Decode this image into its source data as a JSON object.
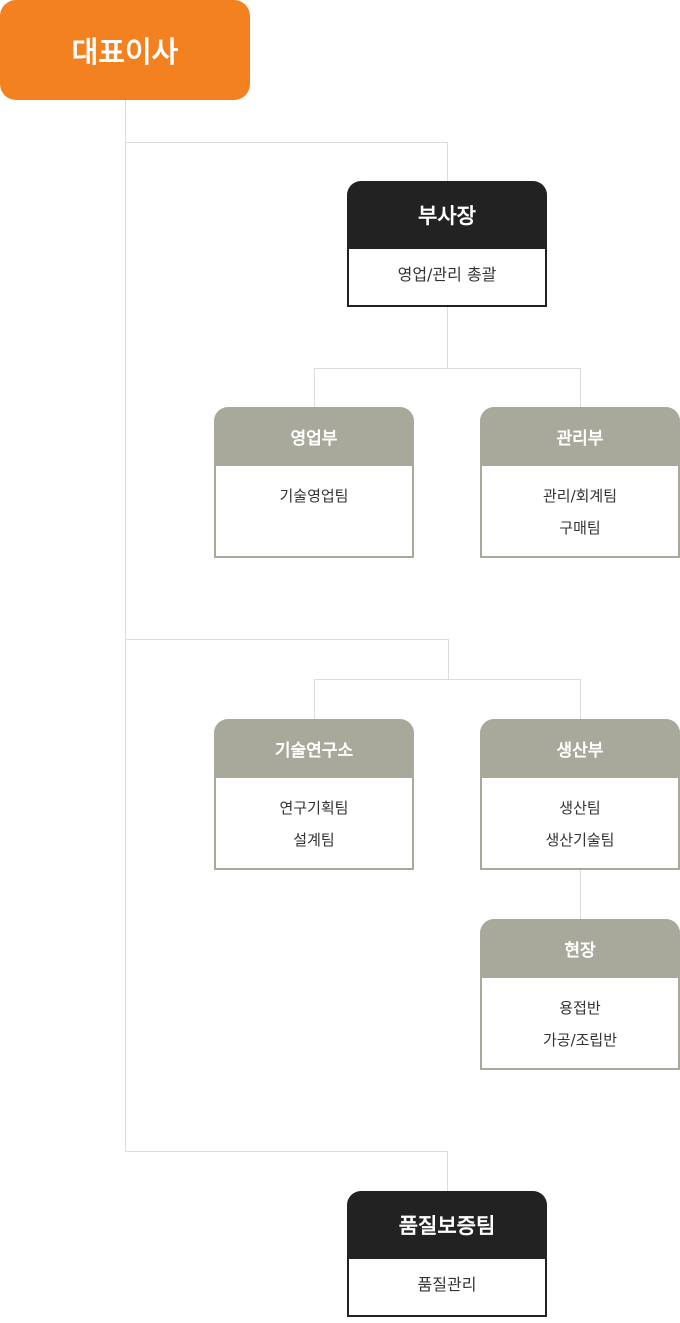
{
  "ceo": {
    "title": "대표이사"
  },
  "vice_president": {
    "title": "부사장",
    "items": [
      "영업/관리 총괄"
    ]
  },
  "sales": {
    "title": "영업부",
    "items": [
      "기술영업팀"
    ]
  },
  "admin": {
    "title": "관리부",
    "items": [
      "관리/회계팀",
      "구매팀"
    ]
  },
  "research": {
    "title": "기술연구소",
    "items": [
      "연구기획팀",
      "설계팀"
    ]
  },
  "production": {
    "title": "생산부",
    "items": [
      "생산팀",
      "생산기술팀"
    ]
  },
  "field": {
    "title": "현장",
    "items": [
      "용접반",
      "가공/조립반"
    ]
  },
  "quality": {
    "title": "품질보증팀",
    "items": [
      "품질관리"
    ]
  },
  "colors": {
    "ceo": "#f38120",
    "dark": "#222222",
    "gray": "#a8a89b",
    "line": "#dcdcdc"
  }
}
